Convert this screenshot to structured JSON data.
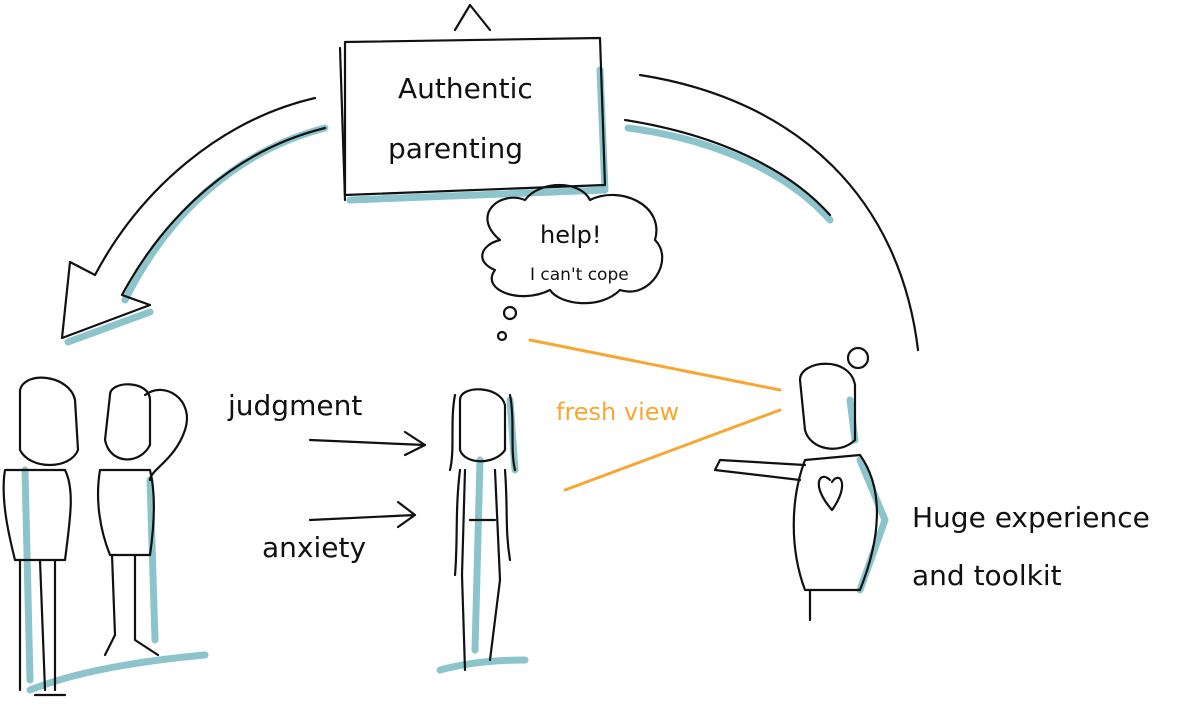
{
  "sign": {
    "line1": "Authentic",
    "line2": "parenting"
  },
  "thought_bubble": {
    "line1": "help!",
    "line2": "I can't cope"
  },
  "labels": {
    "judgment": "judgment",
    "anxiety": "anxiety",
    "fresh_view": "fresh view"
  },
  "expert": {
    "line1": "Huge experience",
    "line2": "and toolkit"
  },
  "colors": {
    "accent_teal": "#8cc4cc",
    "accent_orange": "#f5a732",
    "ink": "#111111"
  }
}
